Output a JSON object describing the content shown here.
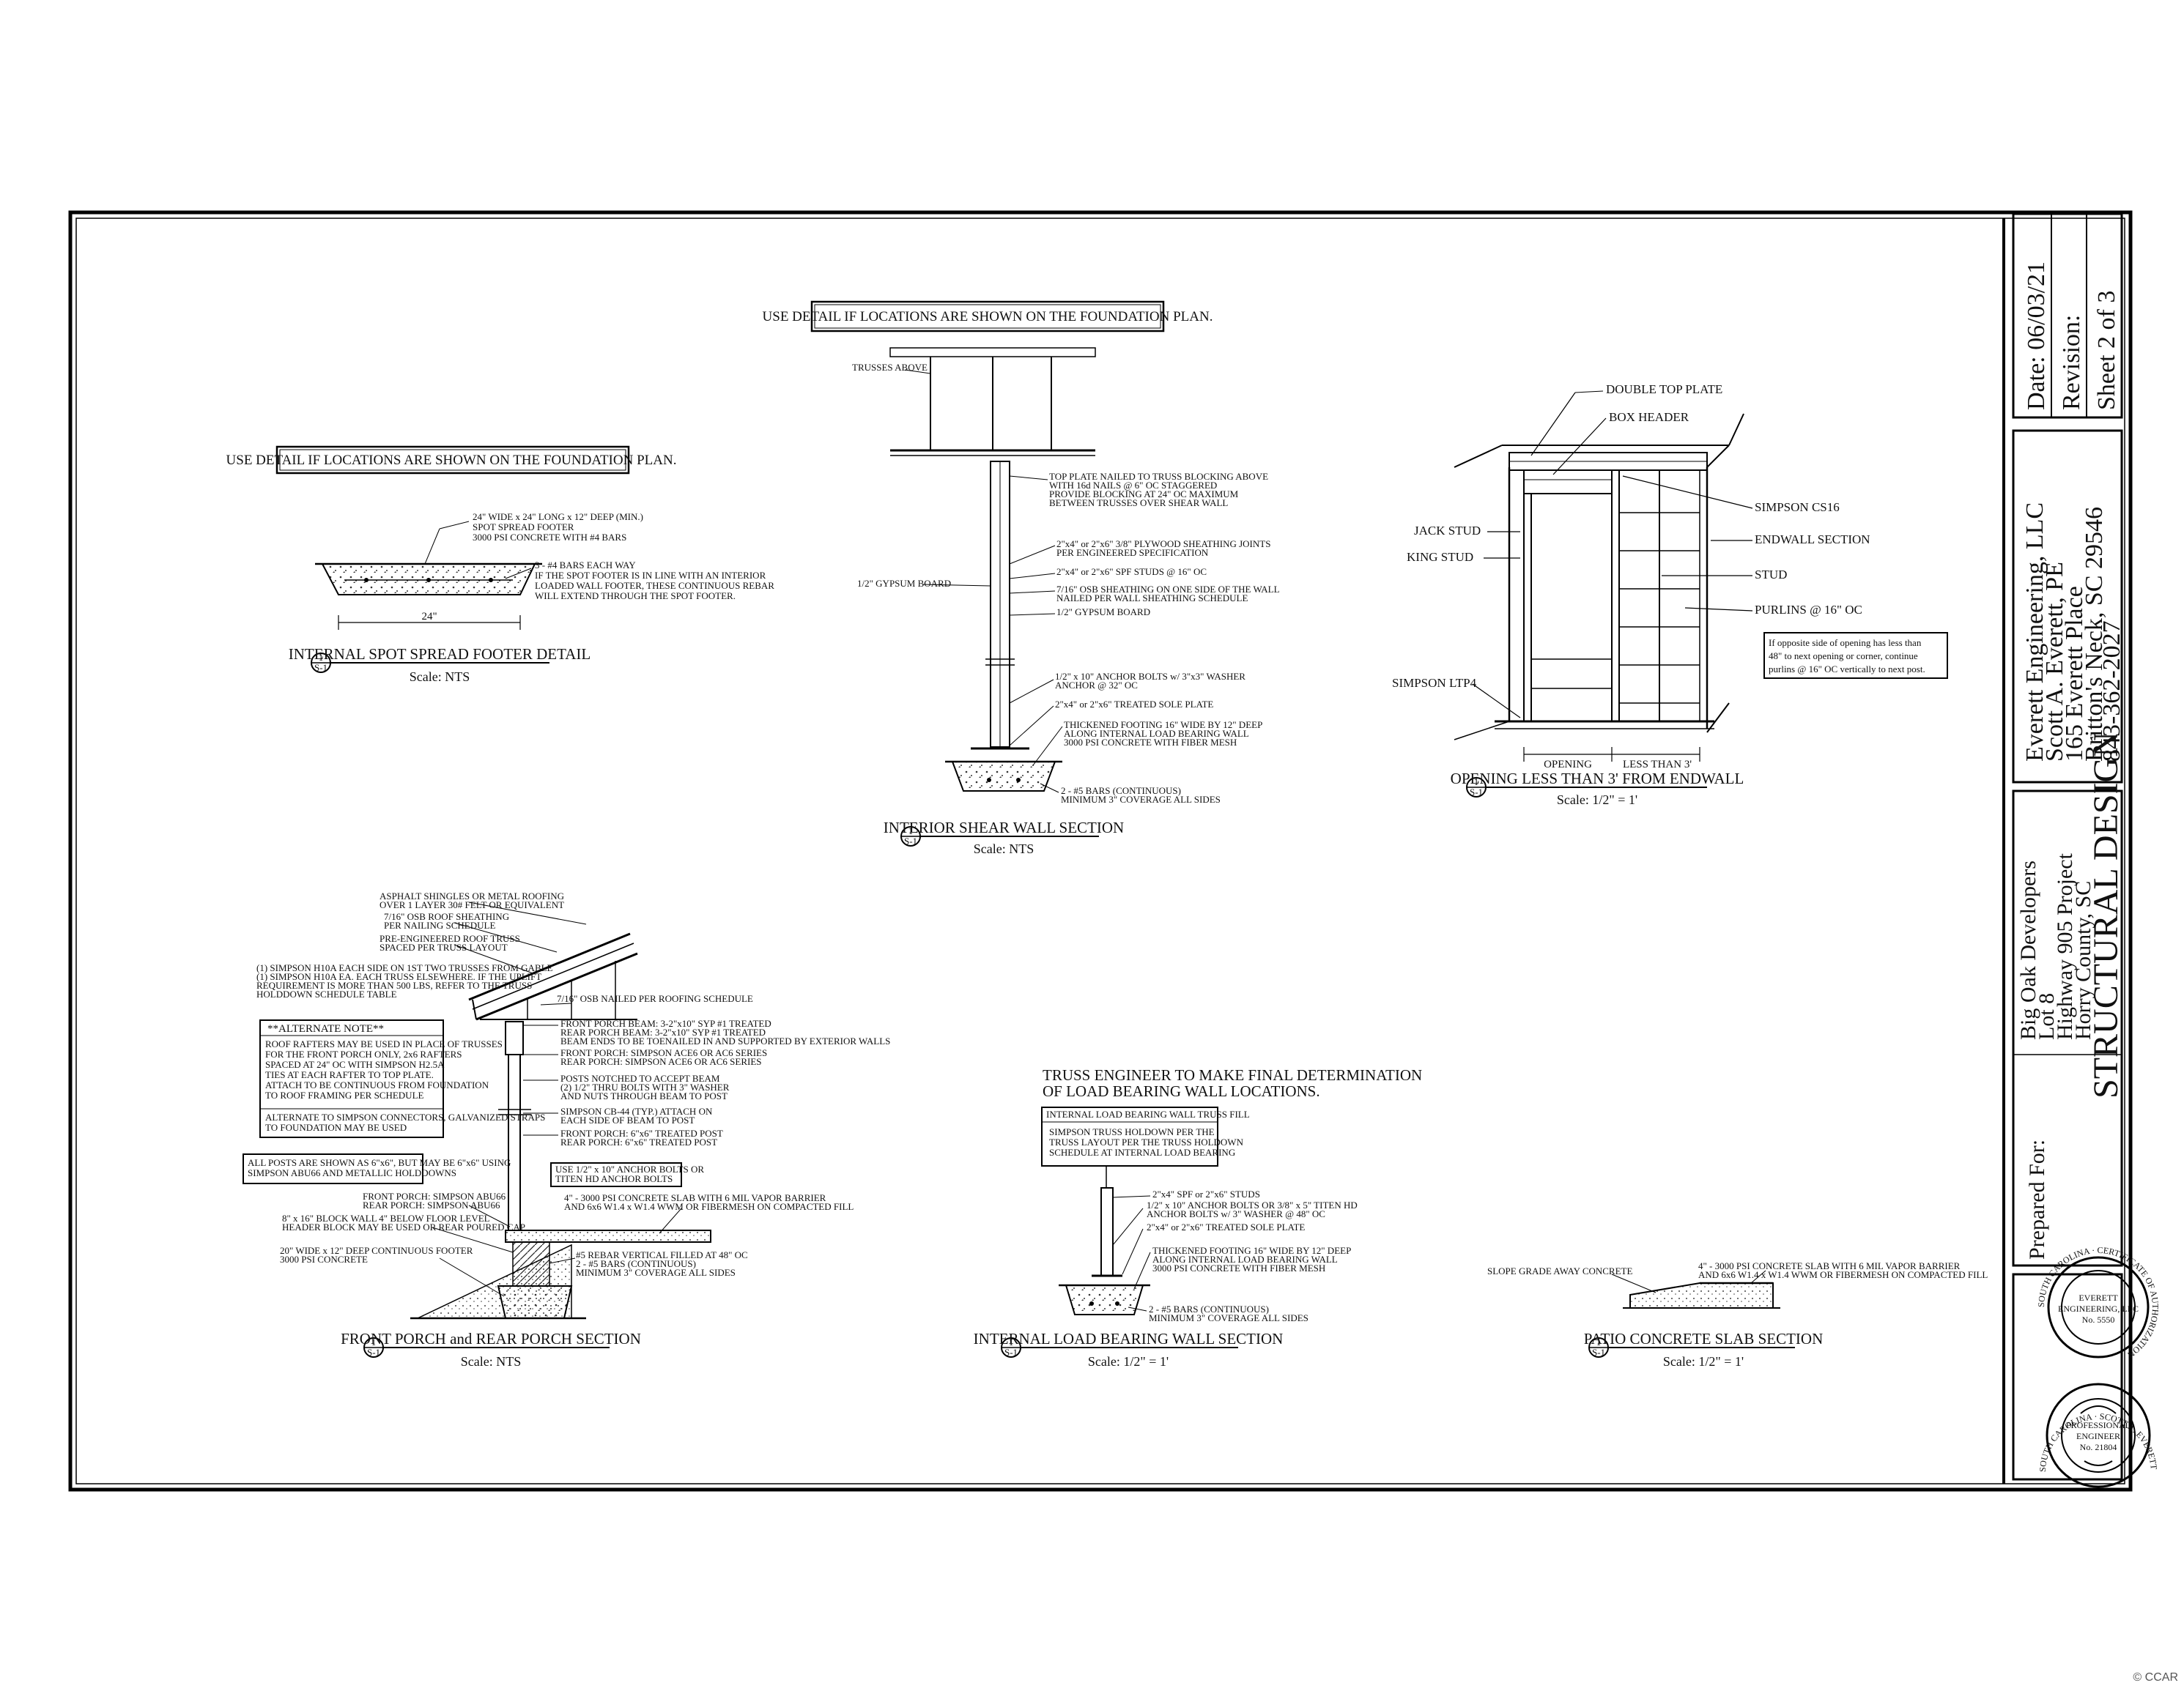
{
  "title_block": {
    "date": "Date:  06/03/21",
    "revision": "Revision:",
    "sheet": "Sheet 2 of 3",
    "engineer_lines": [
      "Everett Engineering, LLC",
      "Scott A. Everett, PE",
      "165 Everett Place",
      "Britton's Neck, SC 29546",
      "843-362-2027"
    ],
    "prepared_for_label": "Prepared For:",
    "client_lines": [
      "Big Oak Developers",
      "Lot 8",
      "Highway 905 Project",
      "Horry County, SC"
    ],
    "drawing_title": "STRUCTURAL DESIGN"
  },
  "stamps": {
    "authorization_ring": "SOUTH CAROLINA · CERTIFICATE OF AUTHORIZATION",
    "authorization_center": [
      "EVERETT",
      "ENGINEERING, LLC",
      "No. 5550"
    ],
    "pe_ring": "SOUTH CAROLINA · SCOTT A. EVERETT",
    "pe_center": [
      "PROFESSIONAL",
      "ENGINEER",
      "No. 21804"
    ]
  },
  "notes": {
    "use_detail_1": "USE DETAIL IF LOCATIONS ARE SHOWN ON THE FOUNDATION PLAN.",
    "use_detail_2": "USE DETAIL IF LOCATIONS ARE SHOWN ON THE FOUNDATION PLAN.",
    "truss_engineer": [
      "TRUSS ENGINEER TO MAKE FINAL DETERMINATION",
      "OF LOAD BEARING WALL LOCATIONS."
    ],
    "opening_note": [
      "If opposite side of opening has less than",
      "48\" to next opening or corner, continue",
      "purlins @ 16\" OC vertically to next post."
    ]
  },
  "details": {
    "spot_footer": {
      "title": "INTERNAL SPOT SPREAD FOOTER DETAIL",
      "scale": "Scale: NTS",
      "callouts": [
        "24\" WIDE x 24\" LONG x 12\" DEEP (MIN.)",
        "SPOT SPREAD FOOTER",
        "3000 PSI CONCRETE WITH #4 BARS",
        "3 - #4 BARS EACH WAY",
        "IF THE SPOT FOOTER IS IN LINE WITH AN INTERIOR",
        "LOADED WALL FOOTER, THESE CONTINUOUS REBAR",
        "WILL EXTEND THROUGH THE SPOT FOOTER."
      ],
      "dimension": "24\""
    },
    "shear_wall": {
      "title": "INTERIOR SHEAR WALL SECTION",
      "scale": "Scale: NTS",
      "callouts": [
        "TRUSSES ABOVE",
        "TOP PLATE NAILED TO TRUSS BLOCKING ABOVE",
        "WITH 16d NAILS @ 6\" OC STAGGERED",
        "PROVIDE BLOCKING AT 24\" OC MAXIMUM",
        "BETWEEN TRUSSES OVER SHEAR WALL",
        "2\"x4\" or 2\"x6\" 3/8\" PLYWOOD SHEATHING JOINTS",
        "PER ENGINEERED SPECIFICATION",
        "2\"x4\" or 2\"x6\" SPF STUDS @ 16\" OC",
        "7/16\" OSB SHEATHING ON ONE SIDE OF THE WALL",
        "NAILED PER WALL SHEATHING SCHEDULE",
        "1/2\" GYPSUM BOARD",
        "1/2\" GYPSUM BOARD",
        "1/2\" x 10\" ANCHOR BOLTS w/ 3\"x3\" WASHER",
        "ANCHOR @ 32\" OC",
        "2\"x4\" or 2\"x6\" TREATED SOLE PLATE",
        "THICKENED FOOTING 16\" WIDE BY 12\" DEEP",
        "ALONG INTERNAL LOAD BEARING WALL",
        "3000 PSI CONCRETE WITH FIBER MESH",
        "2 - #5 BARS (CONTINUOUS)",
        "MINIMUM 3\" COVERAGE ALL SIDES"
      ]
    },
    "endwall": {
      "title": "OPENING LESS THAN 3' FROM ENDWALL",
      "scale": "Scale: 1/2\" = 1'",
      "callouts": [
        "DOUBLE TOP PLATE",
        "BOX HEADER",
        "SIMPSON CS16",
        "ENDWALL SECTION",
        "STUD",
        "PURLINS @ 16\" OC",
        "JACK STUD",
        "KING STUD",
        "SIMPSON LTP4",
        "OPENING",
        "LESS THAN 3'"
      ]
    },
    "porch": {
      "title": "FRONT PORCH and REAR PORCH SECTION",
      "scale": "Scale: NTS",
      "callouts": [
        "ASPHALT SHINGLES OR METAL ROOFING",
        "OVER 1 LAYER 30# FELT OR EQUIVALENT",
        "7/16\" OSB ROOF SHEATHING",
        "PER NAILING SCHEDULE",
        "PRE-ENGINEERED ROOF TRUSS",
        "SPACED PER TRUSS LAYOUT",
        "(1) SIMPSON H10A EACH SIDE ON 1ST TWO TRUSSES FROM GABLE",
        "(1) SIMPSON H10A EA. EACH TRUSS ELSEWHERE. IF THE UPLIFT",
        "REQUIREMENT IS MORE THAN 500 LBS, REFER TO THE TRUSS",
        "HOLDDOWN SCHEDULE TABLE",
        "7/16\" OSB NAILED PER ROOFING SCHEDULE",
        "FRONT PORCH BEAM: 3-2\"x10\" SYP #1 TREATED",
        "REAR PORCH BEAM: 3-2\"x10\" SYP #1 TREATED",
        "BEAM ENDS TO BE TOENAILED IN AND SUPPORTED BY EXTERIOR WALLS",
        "FRONT PORCH: SIMPSON ACE6 OR AC6 SERIES",
        "REAR PORCH: SIMPSON ACE6 OR AC6 SERIES",
        "POSTS NOTCHED TO ACCEPT BEAM",
        "(2) 1/2\" THRU BOLTS WITH 3\" WASHER",
        "AND NUTS THROUGH BEAM TO POST",
        "SIMPSON CB-44 (TYP.) ATTACH ON",
        "EACH SIDE OF BEAM TO POST",
        "FRONT PORCH: 6\"x6\" TREATED POST",
        "REAR PORCH: 6\"x6\" TREATED POST",
        "USE 1/2\" x 10\" ANCHOR BOLTS OR",
        "TITEN HD ANCHOR BOLTS",
        "FRONT PORCH: SIMPSON ABU66",
        "REAR PORCH: SIMPSON ABU66",
        "4\" - 3000 PSI CONCRETE SLAB WITH 6 MIL VAPOR BARRIER",
        "AND 6x6 W1.4 x W1.4 WWM OR FIBERMESH ON COMPACTED FILL",
        "8\" x 16\" BLOCK WALL 4\" BELOW FLOOR LEVEL",
        "HEADER BLOCK MAY BE USED OR REAR POURED CAP",
        "20\" WIDE x 12\" DEEP CONTINUOUS FOOTER",
        "3000 PSI CONCRETE",
        "#5 REBAR VERTICAL FILLED AT 48\" OC",
        "2 - #5 BARS (CONTINUOUS)",
        "MINIMUM 3\" COVERAGE ALL SIDES"
      ],
      "alternate_title": "**ALTERNATE NOTE**",
      "alternate_lines": [
        "ROOF RAFTERS MAY BE USED IN PLACE OF TRUSSES",
        "FOR THE FRONT PORCH ONLY, 2x6 RAFTERS",
        "SPACED AT 24\" OC WITH SIMPSON H2.5A",
        "TIES AT EACH RAFTER TO TOP PLATE.",
        "ATTACH TO BE CONTINUOUS FROM FOUNDATION",
        "TO ROOF FRAMING PER SCHEDULE"
      ],
      "alternate_footer": [
        "ALTERNATE TO SIMPSON CONNECTORS, GALVANIZED STRAPS",
        "TO FOUNDATION MAY BE USED"
      ],
      "post_note": [
        "ALL POSTS ARE SHOWN AS 6\"x6\", BUT MAY BE 6\"x6\" USING",
        "SIMPSON ABU66 AND METALLIC HOLDDOWNS"
      ]
    },
    "load_wall": {
      "title": "INTERNAL LOAD BEARING WALL SECTION",
      "scale": "Scale: 1/2\" = 1'",
      "box_title": "INTERNAL LOAD BEARING WALL TRUSS FILL",
      "box_lines": [
        "SIMPSON TRUSS HOLDOWN PER THE",
        "TRUSS LAYOUT PER THE TRUSS HOLDOWN",
        "SCHEDULE AT INTERNAL LOAD BEARING"
      ],
      "callouts": [
        "2\"x4\" SPF or 2\"x6\" STUDS",
        "1/2\" x 10\" ANCHOR BOLTS OR 3/8\" x 5\" TITEN HD",
        "ANCHOR BOLTS w/ 3\" WASHER @ 48\" OC",
        "2\"x4\" or 2\"x6\" TREATED SOLE PLATE",
        "THICKENED FOOTING 16\" WIDE BY 12\" DEEP",
        "ALONG INTERNAL LOAD BEARING WALL",
        "3000 PSI CONCRETE WITH FIBER MESH",
        "2 - #5 BARS (CONTINUOUS)",
        "MINIMUM 3\" COVERAGE ALL SIDES"
      ]
    },
    "patio": {
      "title": "PATIO CONCRETE SLAB SECTION",
      "scale": "Scale: 1/2\" = 1'",
      "callouts": [
        "4\" - 3000 PSI CONCRETE SLAB WITH 6 MIL VAPOR BARRIER",
        "AND 6x6 W1.4 x W1.4 WWM OR FIBERMESH ON COMPACTED FILL",
        "SLOPE GRADE AWAY CONCRETE"
      ]
    },
    "marker_top": "1",
    "marker_bottom": "S-1"
  },
  "watermark": "© CCAR"
}
